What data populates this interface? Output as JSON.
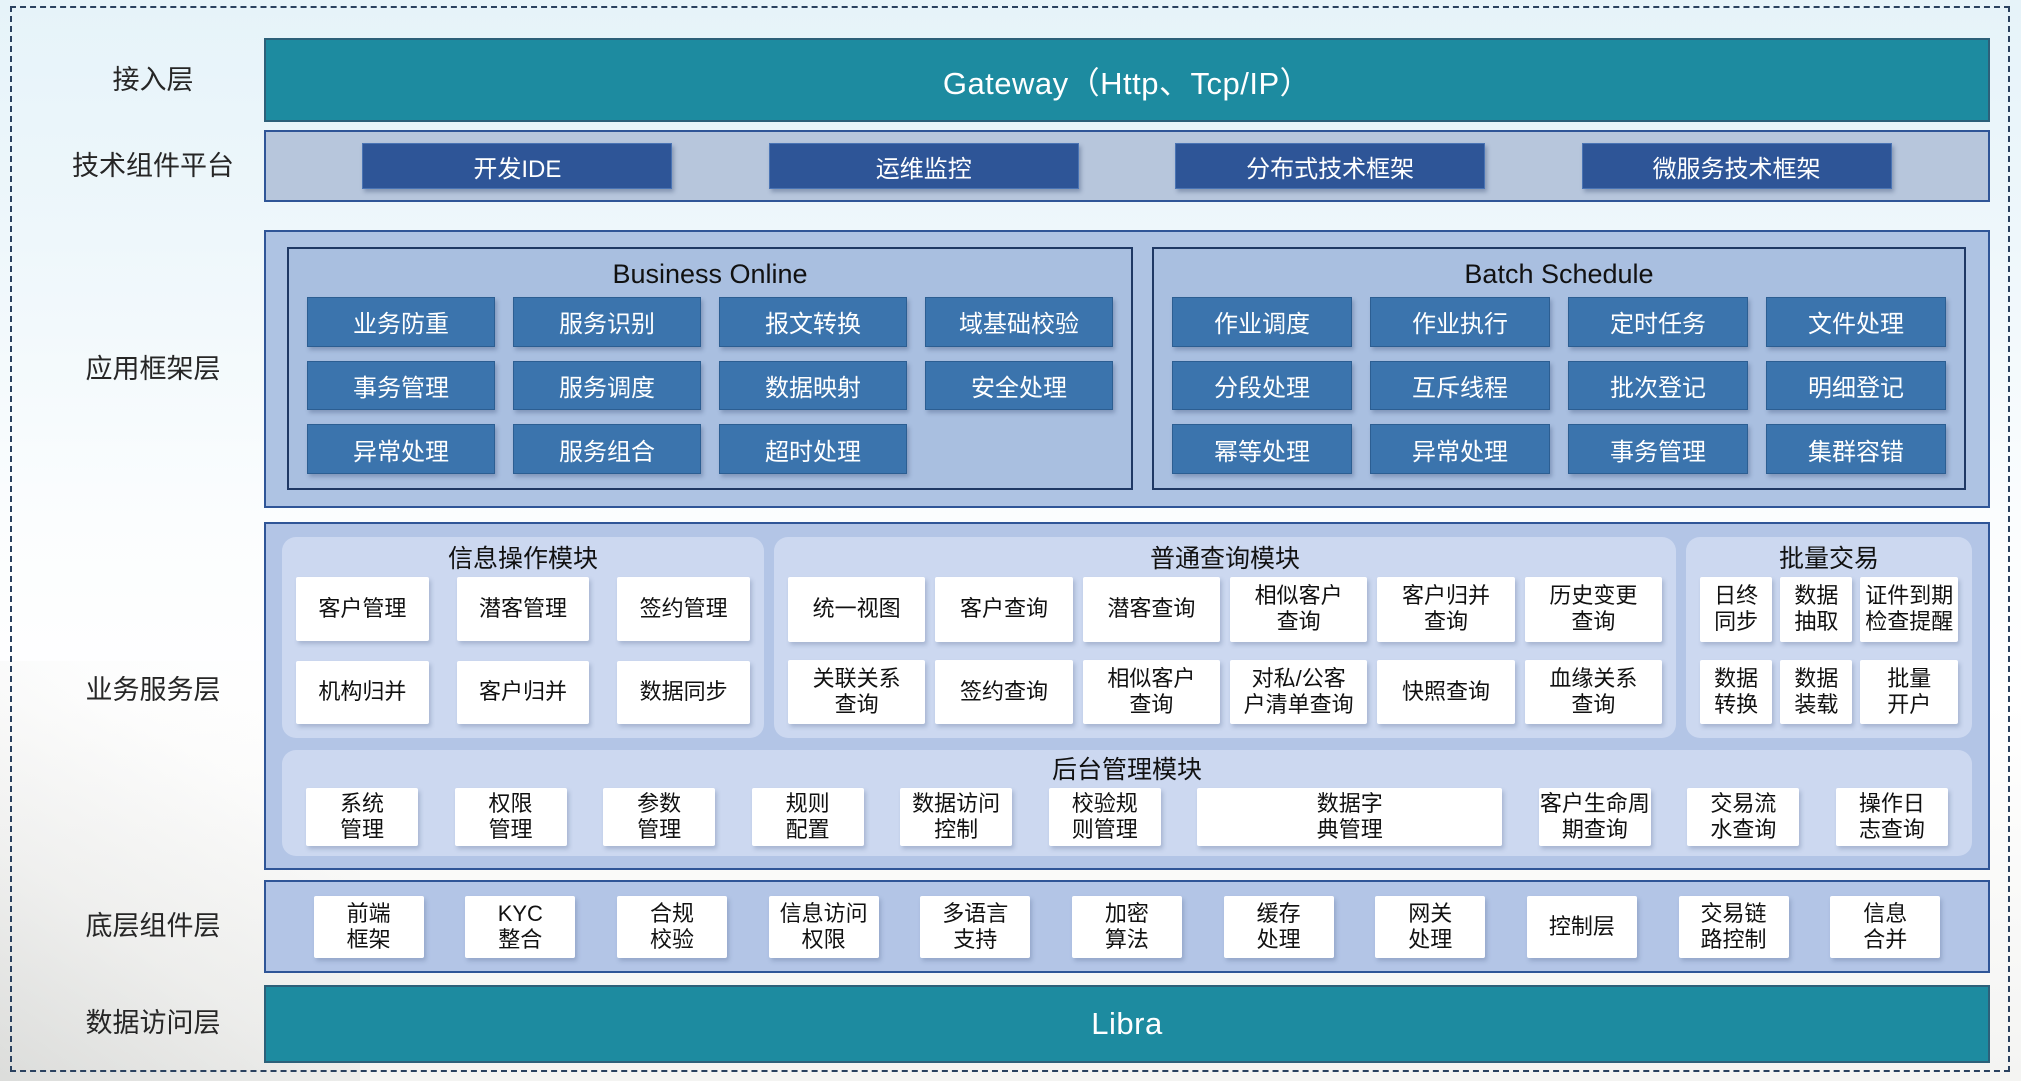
{
  "colors": {
    "teal": "#1d8ba0",
    "dark_blue": "#2e5597",
    "steel_blue": "#3b74ad",
    "panel_periwinkle": "#aec3e3",
    "module_light": "#ccd8f0",
    "border_navy": "#1f3864"
  },
  "layer_labels": {
    "access": "接入层",
    "tech": "技术组件平台",
    "app": "应用框架层",
    "service": "业务服务层",
    "base": "底层组件层",
    "data": "数据访问层"
  },
  "access": {
    "gateway": "Gateway（Http、Tcp/IP）"
  },
  "tech": {
    "items": [
      "开发IDE",
      "运维监控",
      "分布式技术框架",
      "微服务技术框架"
    ]
  },
  "app": {
    "business_online": {
      "title": "Business Online",
      "items": [
        "业务防重",
        "服务识别",
        "报文转换",
        "域基础校验",
        "事务管理",
        "服务调度",
        "数据映射",
        "安全处理",
        "异常处理",
        "服务组合",
        "超时处理"
      ]
    },
    "batch_schedule": {
      "title": "Batch Schedule",
      "items": [
        "作业调度",
        "作业执行",
        "定时任务",
        "文件处理",
        "分段处理",
        "互斥线程",
        "批次登记",
        "明细登记",
        "幂等处理",
        "异常处理",
        "事务管理",
        "集群容错"
      ]
    }
  },
  "service": {
    "info_module": {
      "title": "信息操作模块",
      "items": [
        "客户管理",
        "潜客管理",
        "签约管理",
        "机构归并",
        "客户归并",
        "数据同步"
      ]
    },
    "query_module": {
      "title": "普通查询模块",
      "items": [
        "统一视图",
        "客户查询",
        "潜客查询",
        "相似客户\n查询",
        "客户归并\n查询",
        "历史变更\n查询",
        "关联关系\n查询",
        "签约查询",
        "相似客户\n查询",
        "对私/公客\n户清单查询",
        "快照查询",
        "血缘关系\n查询"
      ]
    },
    "batch_module": {
      "title": "批量交易",
      "items": [
        "日终\n同步",
        "数据\n抽取",
        "证件到期\n检查提醒",
        "数据\n转换",
        "数据\n装载",
        "批量\n开户"
      ]
    },
    "admin_module": {
      "title": "后台管理模块",
      "items": [
        "系统\n管理",
        "权限\n管理",
        "参数\n管理",
        "规则\n配置",
        "数据访问\n控制",
        "校验规\n则管理",
        "数据字\n典管理",
        "客户生命周期查询",
        "交易流\n水查询",
        "操作日\n志查询"
      ]
    }
  },
  "base": {
    "items": [
      "前端\n框架",
      "KYC\n整合",
      "合规\n校验",
      "信息访问\n权限",
      "多语言\n支持",
      "加密\n算法",
      "缓存\n处理",
      "网关\n处理",
      "控制层",
      "交易链\n路控制",
      "信息\n合并"
    ]
  },
  "data_access": {
    "bar": "Libra"
  }
}
